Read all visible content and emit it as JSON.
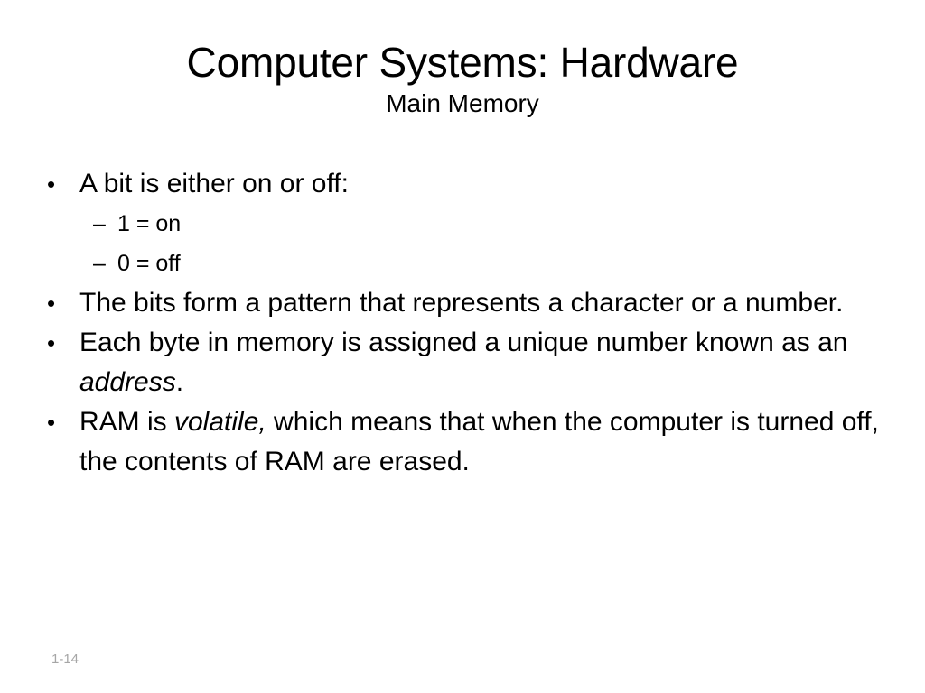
{
  "slide": {
    "title": "Computer Systems: Hardware",
    "subtitle": "Main Memory",
    "footer_number": "1-14",
    "bullet_marker": "•",
    "sub_marker": "–",
    "bullets": [
      {
        "text": "A bit is either on or off:",
        "sub_items": [
          {
            "text": "1 = on"
          },
          {
            "text": "0 = off"
          }
        ]
      },
      {
        "text": "The bits form a pattern that represents a character or a number.",
        "sub_items": []
      },
      {
        "text_before": "Each byte  in memory is assigned a unique number known as an ",
        "emphasis": "address",
        "text_after": ".",
        "sub_items": []
      },
      {
        "text_before": "RAM is ",
        "emphasis": "volatile,",
        "text_after": " which means that when the computer is turned off, the contents of RAM are erased.",
        "sub_items": []
      }
    ]
  }
}
